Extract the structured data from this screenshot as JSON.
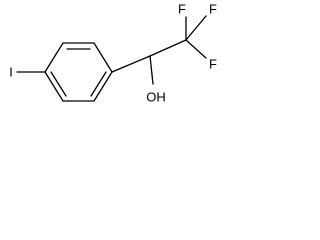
{
  "molecule": {
    "atoms": {
      "iodine": "I",
      "fluorine_1": "F",
      "fluorine_2": "F",
      "fluorine_3": "F",
      "hydroxyl": "OH"
    }
  }
}
